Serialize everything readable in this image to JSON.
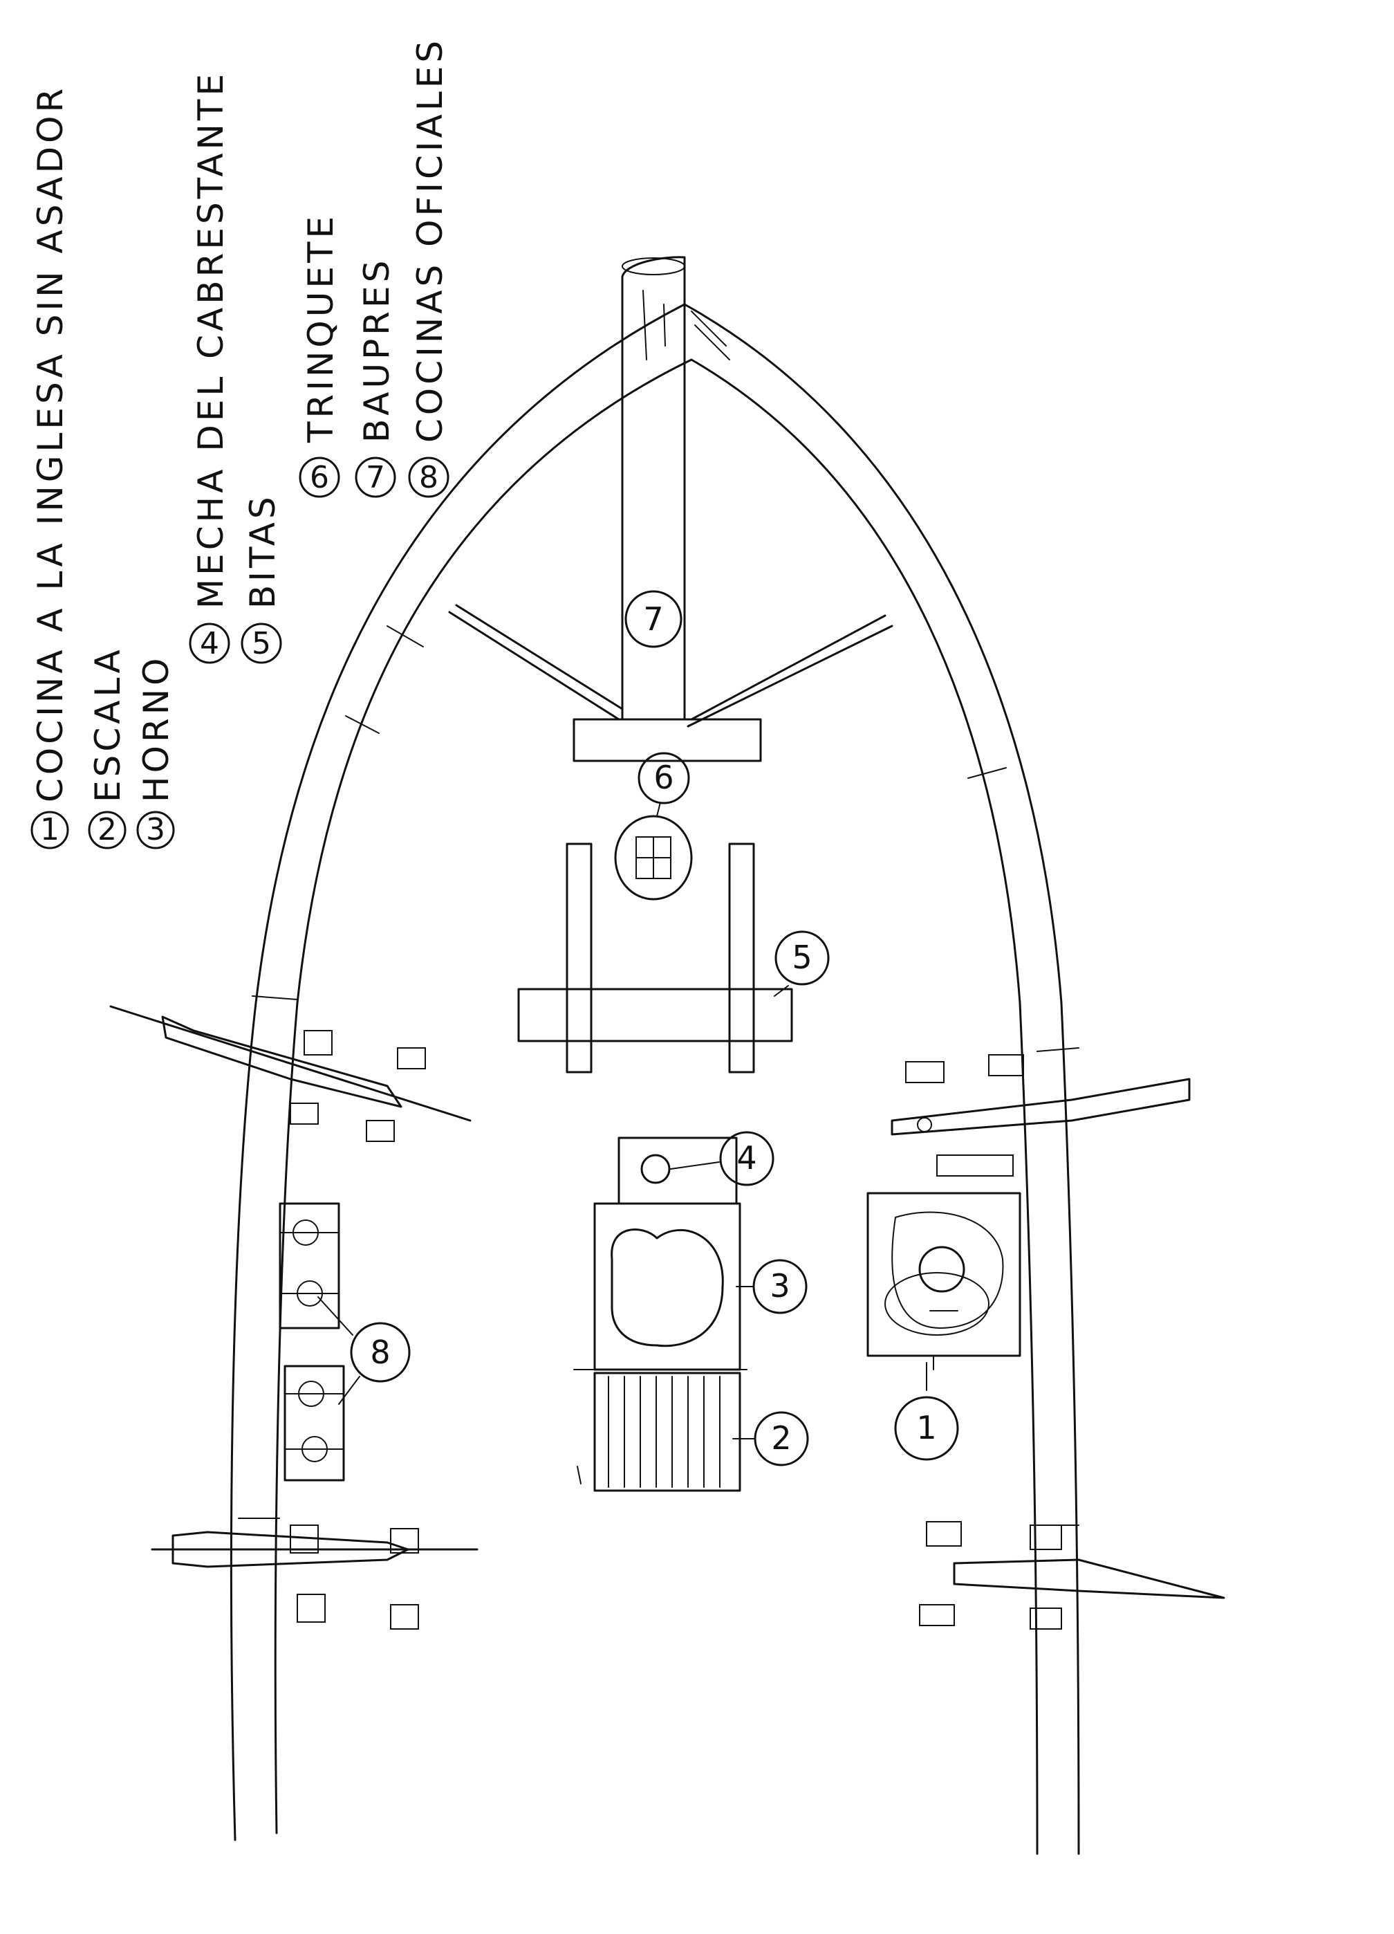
{
  "legend": {
    "items": [
      {
        "number": "1",
        "text": "COCINA A LA INGLESA  SIN ASADOR"
      },
      {
        "number": "2",
        "text": "ESCALA"
      },
      {
        "number": "3",
        "text": "HORNO"
      },
      {
        "number": "4",
        "text": "MECHA DEL CABRESTANTE"
      },
      {
        "number": "5",
        "text": "BITAS"
      },
      {
        "number": "6",
        "text": "TRINQUETE"
      },
      {
        "number": "7",
        "text": "BAUPRES"
      },
      {
        "number": "8",
        "text": "COCINAS  OFICIALES"
      }
    ]
  },
  "callouts": {
    "c1": "1",
    "c2": "2",
    "c3": "3",
    "c4": "4",
    "c5": "5",
    "c6": "6",
    "c7": "7",
    "c8": "8"
  }
}
